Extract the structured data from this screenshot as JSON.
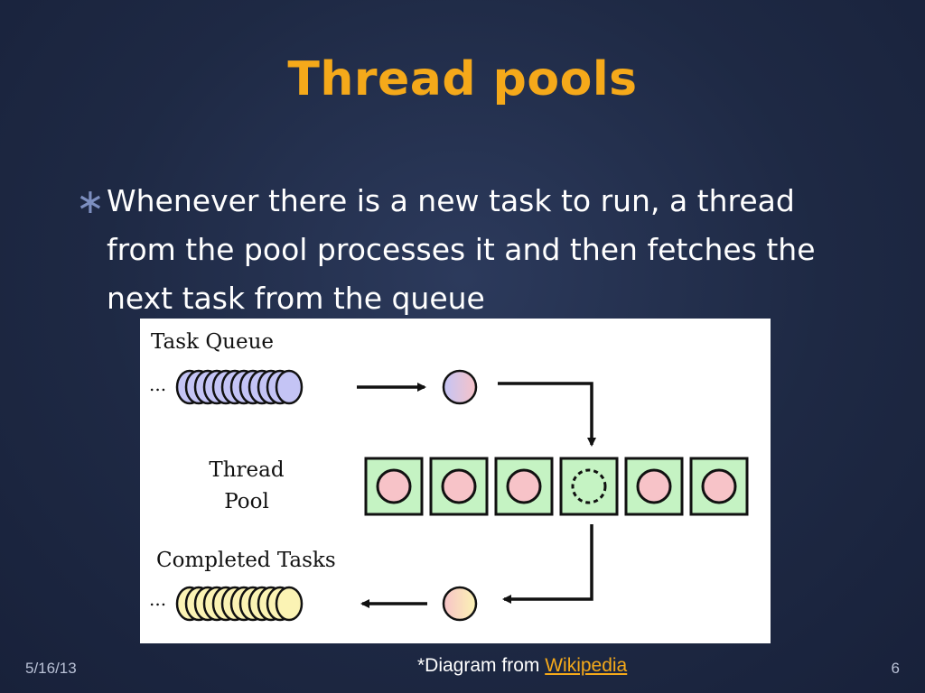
{
  "slide": {
    "title": "Thread pools",
    "bullet": "Whenever there is a new task to run, a thread from the pool processes it and then fetches the next task from the queue",
    "credit_prefix": "*Diagram from ",
    "credit_link": "Wikipedia",
    "date": "5/16/13",
    "page_number": "6"
  },
  "diagram": {
    "task_queue_label": "Task Queue",
    "thread_pool_label_1": "Thread",
    "thread_pool_label_2": "Pool",
    "completed_label": "Completed Tasks",
    "ellipsis_top": "...",
    "ellipsis_bottom": "...",
    "queue_count": 12,
    "completed_count": 12,
    "pool_threads": [
      {
        "state": "busy"
      },
      {
        "state": "busy"
      },
      {
        "state": "busy"
      },
      {
        "state": "idle"
      },
      {
        "state": "busy"
      },
      {
        "state": "busy"
      }
    ]
  },
  "colors": {
    "title": "#f5a91a",
    "queue_task": "#c4c4f5",
    "completed_task": "#fbf3b4",
    "busy_task": "#f7c3c8",
    "thread_box": "#c5f3c3",
    "link": "#f5a91a"
  }
}
